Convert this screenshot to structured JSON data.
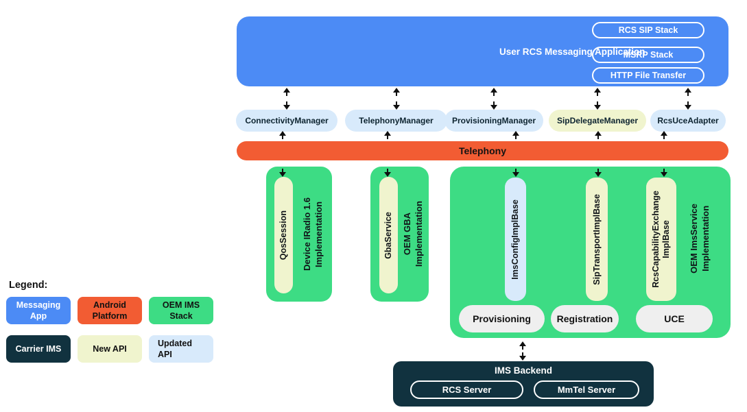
{
  "palette": {
    "messaging_app_blue": "#4C8BF5",
    "android_platform_orange": "#F25C33",
    "oem_ims_stack_green": "#3DDC84",
    "carrier_ims_navy": "#11323F",
    "new_api_cream": "#F0F4CE",
    "updated_api_lightblue": "#D8EAFB"
  },
  "app_box": {
    "title": "User RCS Messaging Application",
    "stacks": [
      {
        "label": "RCS SIP Stack"
      },
      {
        "label": "MSRP Stack"
      },
      {
        "label": "HTTP File Transfer"
      }
    ]
  },
  "managers": [
    {
      "label": "ConnectivityManager",
      "type": "updated-api"
    },
    {
      "label": "TelephonyManager",
      "type": "updated-api"
    },
    {
      "label": "ProvisioningManager",
      "type": "updated-api"
    },
    {
      "label": "SipDelegateManager",
      "type": "new-api"
    },
    {
      "label": "RcsUceAdapter",
      "type": "updated-api"
    }
  ],
  "telephony": {
    "label": "Telephony"
  },
  "oem_stacks": [
    {
      "api_pill": "QosSession",
      "pill_type": "new-api",
      "impl_label": "Device IRadio 1.6\nImplementation"
    },
    {
      "api_pill": "GbaService",
      "pill_type": "new-api",
      "impl_label": "OEM GBA\nImplementation"
    }
  ],
  "ims_service": {
    "pills": [
      {
        "label": "ImsConfigImplBase",
        "type": "updated-api"
      },
      {
        "label": "SipTransportImplBase",
        "type": "new-api"
      },
      {
        "label": "RcsCapabilityExchange\nImplBase",
        "type": "new-api"
      }
    ],
    "impl_label": "OEM ImsService\nImplementation",
    "functions": [
      {
        "label": "Provisioning"
      },
      {
        "label": "Registration"
      },
      {
        "label": "UCE"
      }
    ]
  },
  "ims_backend": {
    "title": "IMS Backend",
    "servers": [
      {
        "label": "RCS Server"
      },
      {
        "label": "MmTel Server"
      }
    ]
  },
  "legend": {
    "title": "Legend:",
    "items": [
      {
        "label": "Messaging\nApp",
        "color": "#4C8BF5"
      },
      {
        "label": "Android\nPlatform",
        "color": "#F25C33"
      },
      {
        "label": "OEM IMS\nStack",
        "color": "#3DDC84"
      },
      {
        "label": "Carrier IMS",
        "color": "#11323F"
      },
      {
        "label": "New API",
        "color": "#F0F4CE"
      },
      {
        "label": "Updated\nAPI",
        "color": "#D8EAFB"
      }
    ]
  }
}
